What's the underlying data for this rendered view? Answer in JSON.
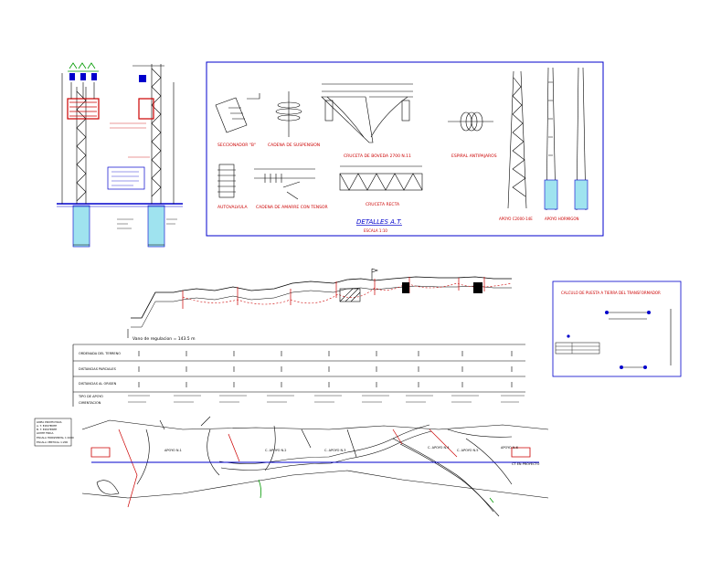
{
  "colors": {
    "frame": "#0000cc",
    "red_text": "#cc0000",
    "line": "#000000",
    "ground": "#9fe3ef"
  },
  "detail_panel": {
    "title": "DETALLES A.T.",
    "scale": "ESCALA 1:10",
    "labels": {
      "seccionador": "SECCIONADOR \"B\"",
      "cadena": "CADENA DE SUSPENSION",
      "cruceta": "CRUCETA DE BOVEDA 2700 N.11",
      "espiral": "ESPIRAL ANTIPAJAROS",
      "autovalvula": "AUTOVALVULA",
      "amarre": "CADENA DE AMARRE CON TENSOR",
      "cruceta_recta": "CRUCETA RECTA",
      "apoyo_celosia": "APOYO C2000-14E",
      "apoyo_hormigon": "APOYO HORMIGON"
    }
  },
  "profile": {
    "vano_label": "Vano de regulacion = 143.5 m",
    "rows": [
      "ORDENADA DEL TERRENO",
      "DISTANCIAS PARCIALES",
      "DISTANCIAS AL ORIGEN",
      "TIPO DE APOYO",
      "CIMENTACION"
    ]
  },
  "grounding": {
    "title": "CALCULO DE PUESTA A TIERRA DEL TRANSFORMADOR"
  },
  "legend": {
    "items": [
      "LINEA PROYECTADA",
      "A. T. EXISTENTE",
      "B. T. EXISTENTE",
      "LIMITE FINCA",
      "ESCALA HORIZONTAL 1:1000",
      "ESCALA VERTICAL 1:200"
    ]
  },
  "map": {
    "labels": [
      "APOYO N.1",
      "C. APOYO N.2",
      "C. APOYO N.3",
      "C. APOYO N.4",
      "C. APOYO N.5",
      "APOYO N.6",
      "CT EN PROYECTO"
    ]
  }
}
